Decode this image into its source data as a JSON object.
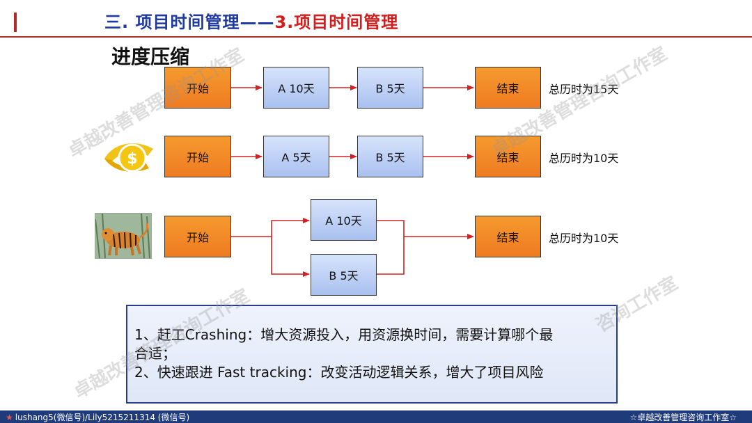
{
  "title": {
    "part_blue": "三. 项目时间管理",
    "dash": "——",
    "part_red": "3.项目时间管理"
  },
  "section_heading": "进度压缩",
  "rows": [
    {
      "start": "开始",
      "a": "A 10天",
      "b": "B  5天",
      "end": "结束",
      "total": "总历时为15天"
    },
    {
      "start": "开始",
      "a": "A 5天",
      "b": "B  5天",
      "end": "结束",
      "total": "总历时为10天",
      "icon": "money-coin-icon"
    },
    {
      "start": "开始",
      "a": "A 10天",
      "b": "B  5天",
      "end": "结束",
      "total": "总历时为10天",
      "image": "tiger-image"
    }
  ],
  "note": {
    "line1": "1、赶工Crashing：增大资源投入，用资源换时间，需要计算哪个最",
    "line2": "合适；",
    "line3": "2、快速跟进 Fast tracking：改变活动逻辑关系，增大了项目风险"
  },
  "watermark": {
    "text_full": "卓越改善管理咨询工作室",
    "text_partial": "咨询工作室"
  },
  "footer": {
    "left": "lushang5(微信号)/Lily5215211314 (微信号)",
    "right": "☆卓越改善管理咨询工作室☆"
  },
  "colors": {
    "title_blue": "#1f3aa3",
    "title_red": "#d41c1c",
    "node_orange": "#f08a28",
    "node_blue": "#b9cdf4",
    "arrow_red": "#d42020",
    "footer_bg": "#1f3b7a"
  }
}
